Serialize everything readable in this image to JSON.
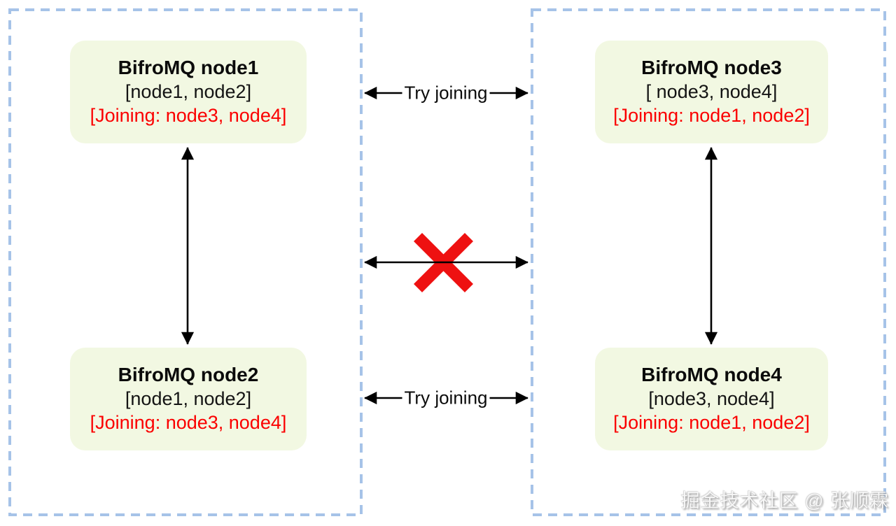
{
  "watermark": "掘金技术社区 @ 张顺霖",
  "colors": {
    "cluster_border": "#a6c3e8",
    "card_background": "#f2f8e2",
    "joining_text_red": "#fb0000",
    "cross_red": "#ee1111",
    "arrow_black": "#000000"
  },
  "clusters": [
    {
      "id": "left-cluster",
      "nodes": [
        {
          "title": "BifroMQ node1",
          "members": "[node1, node2]",
          "joining": "[Joining: node3, node4]"
        },
        {
          "title": "BifroMQ node2",
          "members": "[node1, node2]",
          "joining": "[Joining: node3, node4]"
        }
      ]
    },
    {
      "id": "right-cluster",
      "nodes": [
        {
          "title": "BifroMQ node3",
          "members": "[ node3, node4]",
          "joining": "[Joining: node1, node2]"
        },
        {
          "title": "BifroMQ node4",
          "members": "[node3, node4]",
          "joining": "[Joining: node1, node2]"
        }
      ]
    }
  ],
  "connections": {
    "top_label": "Try joining",
    "bottom_label": "Try joining",
    "middle_status": "blocked"
  }
}
